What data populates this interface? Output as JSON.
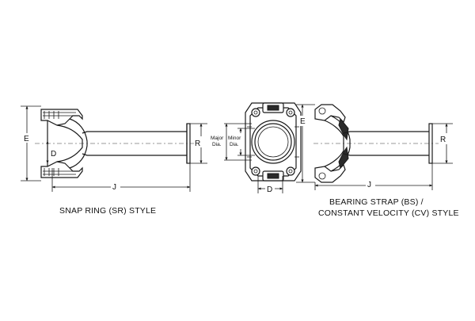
{
  "colors": {
    "line": "#1a1a1a",
    "background": "#ffffff",
    "dark_fill": "#2a2a2a"
  },
  "left_view": {
    "caption": "SNAP RING (SR) STYLE",
    "dim_e": "E",
    "dim_d": "D",
    "dim_j": "J",
    "dim_r": "R"
  },
  "middle_view": {
    "label_major": "Major",
    "label_major_2": "Dia.",
    "label_minor": "Minor",
    "label_minor_2": "Dia.",
    "dim_d": "D"
  },
  "right_view": {
    "caption_line1": "BEARING STRAP (BS) /",
    "caption_line2": "CONSTANT VELOCITY (CV) STYLE",
    "dim_e": "E",
    "dim_j": "J",
    "dim_r": "R"
  }
}
